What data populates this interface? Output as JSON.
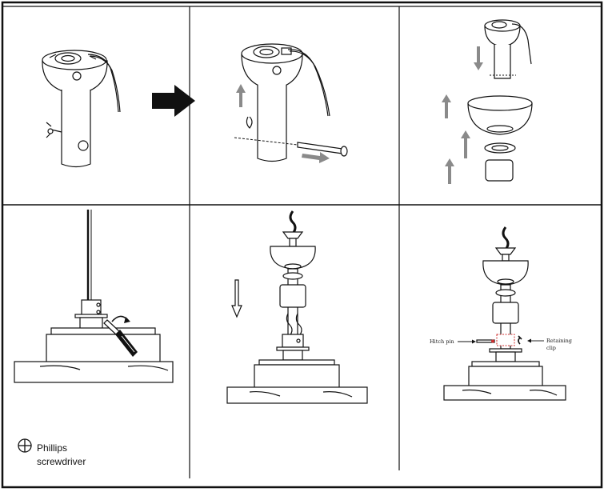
{
  "panels": [
    {
      "id": "step-1"
    },
    {
      "id": "step-2"
    },
    {
      "id": "step-3"
    },
    {
      "id": "step-4"
    },
    {
      "id": "step-5"
    },
    {
      "id": "step-6"
    }
  ],
  "labels": {
    "hitch_pin": "Hitch pin",
    "retaining_clip_line1": "Retaining",
    "retaining_clip_line2": "clip",
    "tool_line1": "Phillips",
    "tool_line2": "screwdriver"
  },
  "colors": {
    "line": "#111111",
    "arrow_grey": "#8a8a8a",
    "arrow_black": "#111111",
    "highlight_red": "#d23030"
  },
  "icons": {
    "tool_icon": "phillips-head-icon",
    "big_arrow": "right-arrow-icon"
  }
}
